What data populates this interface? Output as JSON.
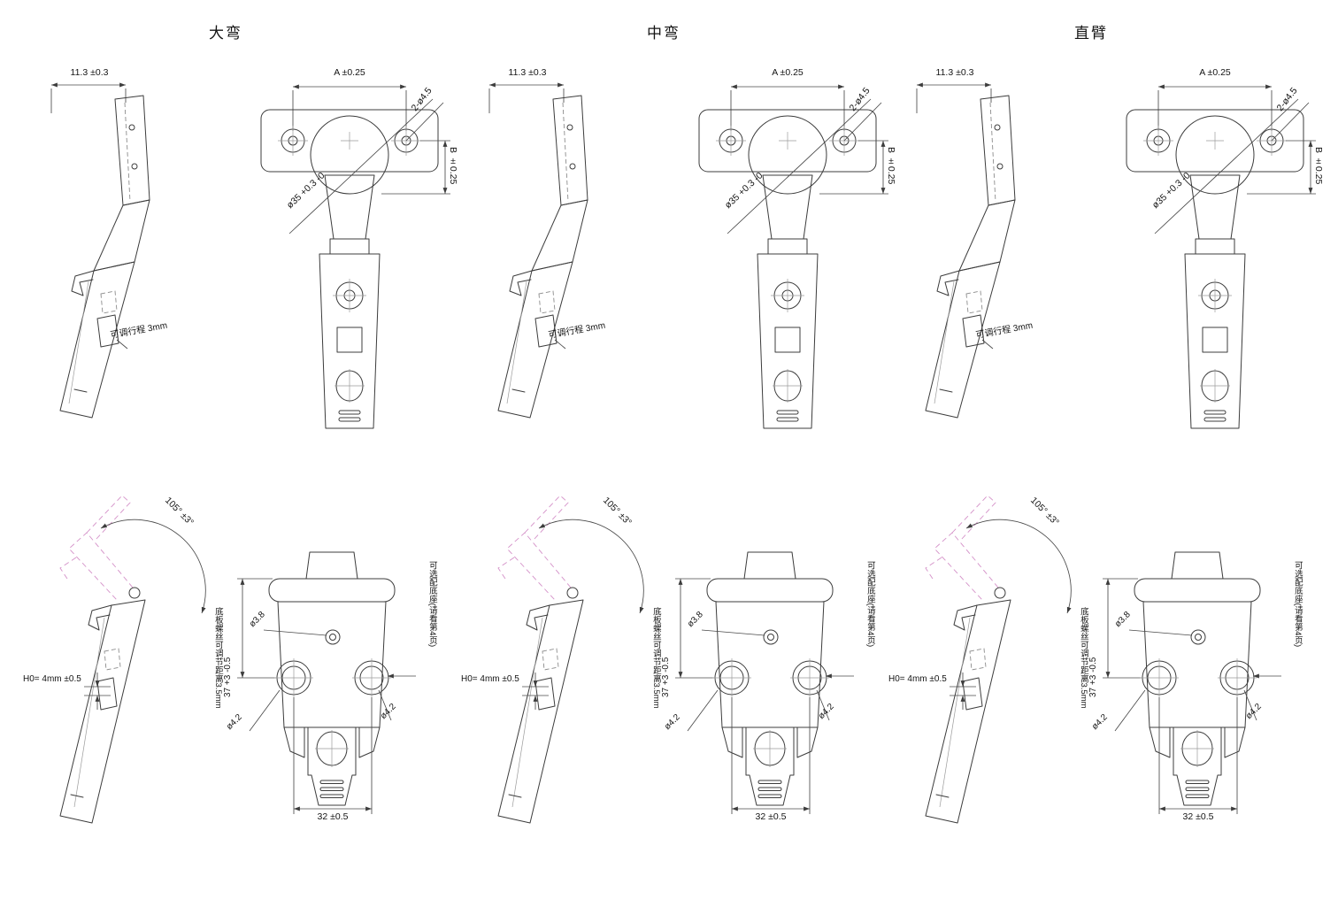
{
  "sheet": {
    "sections": [
      {
        "title": "大弯"
      },
      {
        "title": "中弯"
      },
      {
        "title": "直臂"
      }
    ],
    "labels": {
      "arm_top_width": "11.3 ±0.3",
      "mount_hole_span": "A ±0.25",
      "screw_holes": "2-ø4.5",
      "cup_diameter": "ø35 +0.3 -0",
      "cup_depth_offset": "B ±0.25",
      "adjust_travel": "可调行程 3mm",
      "opening_angle": "105° ±3°",
      "door_gap": "H0= 4mm ±0.5",
      "plate_height": "37 +3 -0.5",
      "pilot_hole": "ø3.8",
      "plate_screw_hole": "ø4.2",
      "plate_hole_span": "32 ±0.5",
      "plate_screw_note": "底板螺丝可调节距离3.5mm",
      "optional_base_note": "可选配底座(请看第4页)"
    }
  }
}
